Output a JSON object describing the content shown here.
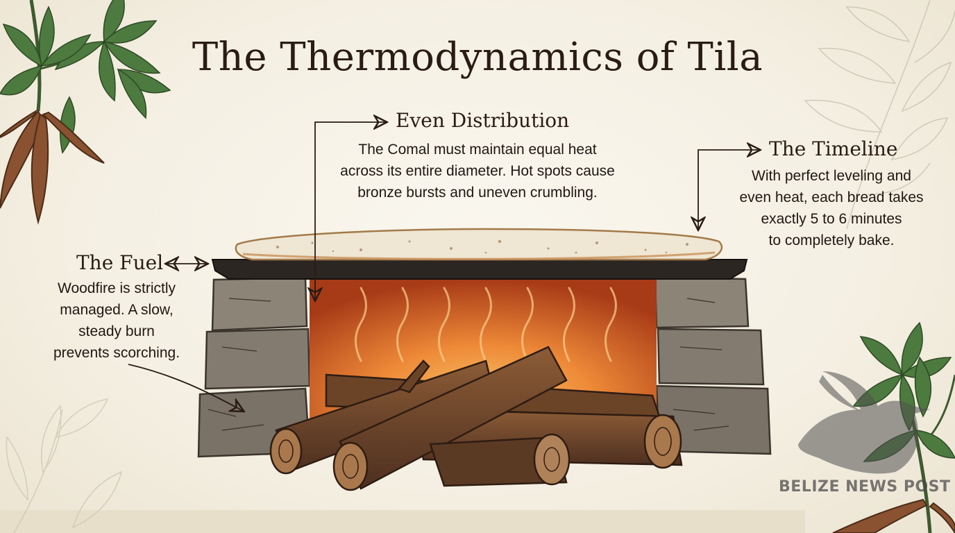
{
  "title": "The Thermodynamics of Tila",
  "annotations": {
    "even_distribution": {
      "heading": "Even Distribution",
      "lines": [
        "The Comal must maintain equal heat",
        "across its entire diameter. Hot spots cause",
        "bronze bursts and uneven crumbling."
      ]
    },
    "timeline": {
      "heading": "The Timeline",
      "lines": [
        "With perfect leveling and",
        "even heat, each bread takes",
        "exactly 5 to 6 minutes",
        "to completely bake."
      ]
    },
    "fuel": {
      "heading": "The Fuel",
      "lines": [
        "Woodfire is strictly",
        "managed. A slow,",
        "steady burn",
        "prevents scorching."
      ]
    }
  },
  "watermark": "BELIZE NEWS POST",
  "colors": {
    "ink": "#2a1c14",
    "fire_center": "#f6a64a",
    "fire_edge": "#b8481c",
    "stone": "#7d746a",
    "wood": "#7a4e2d",
    "leaf": "#3f6b35"
  }
}
